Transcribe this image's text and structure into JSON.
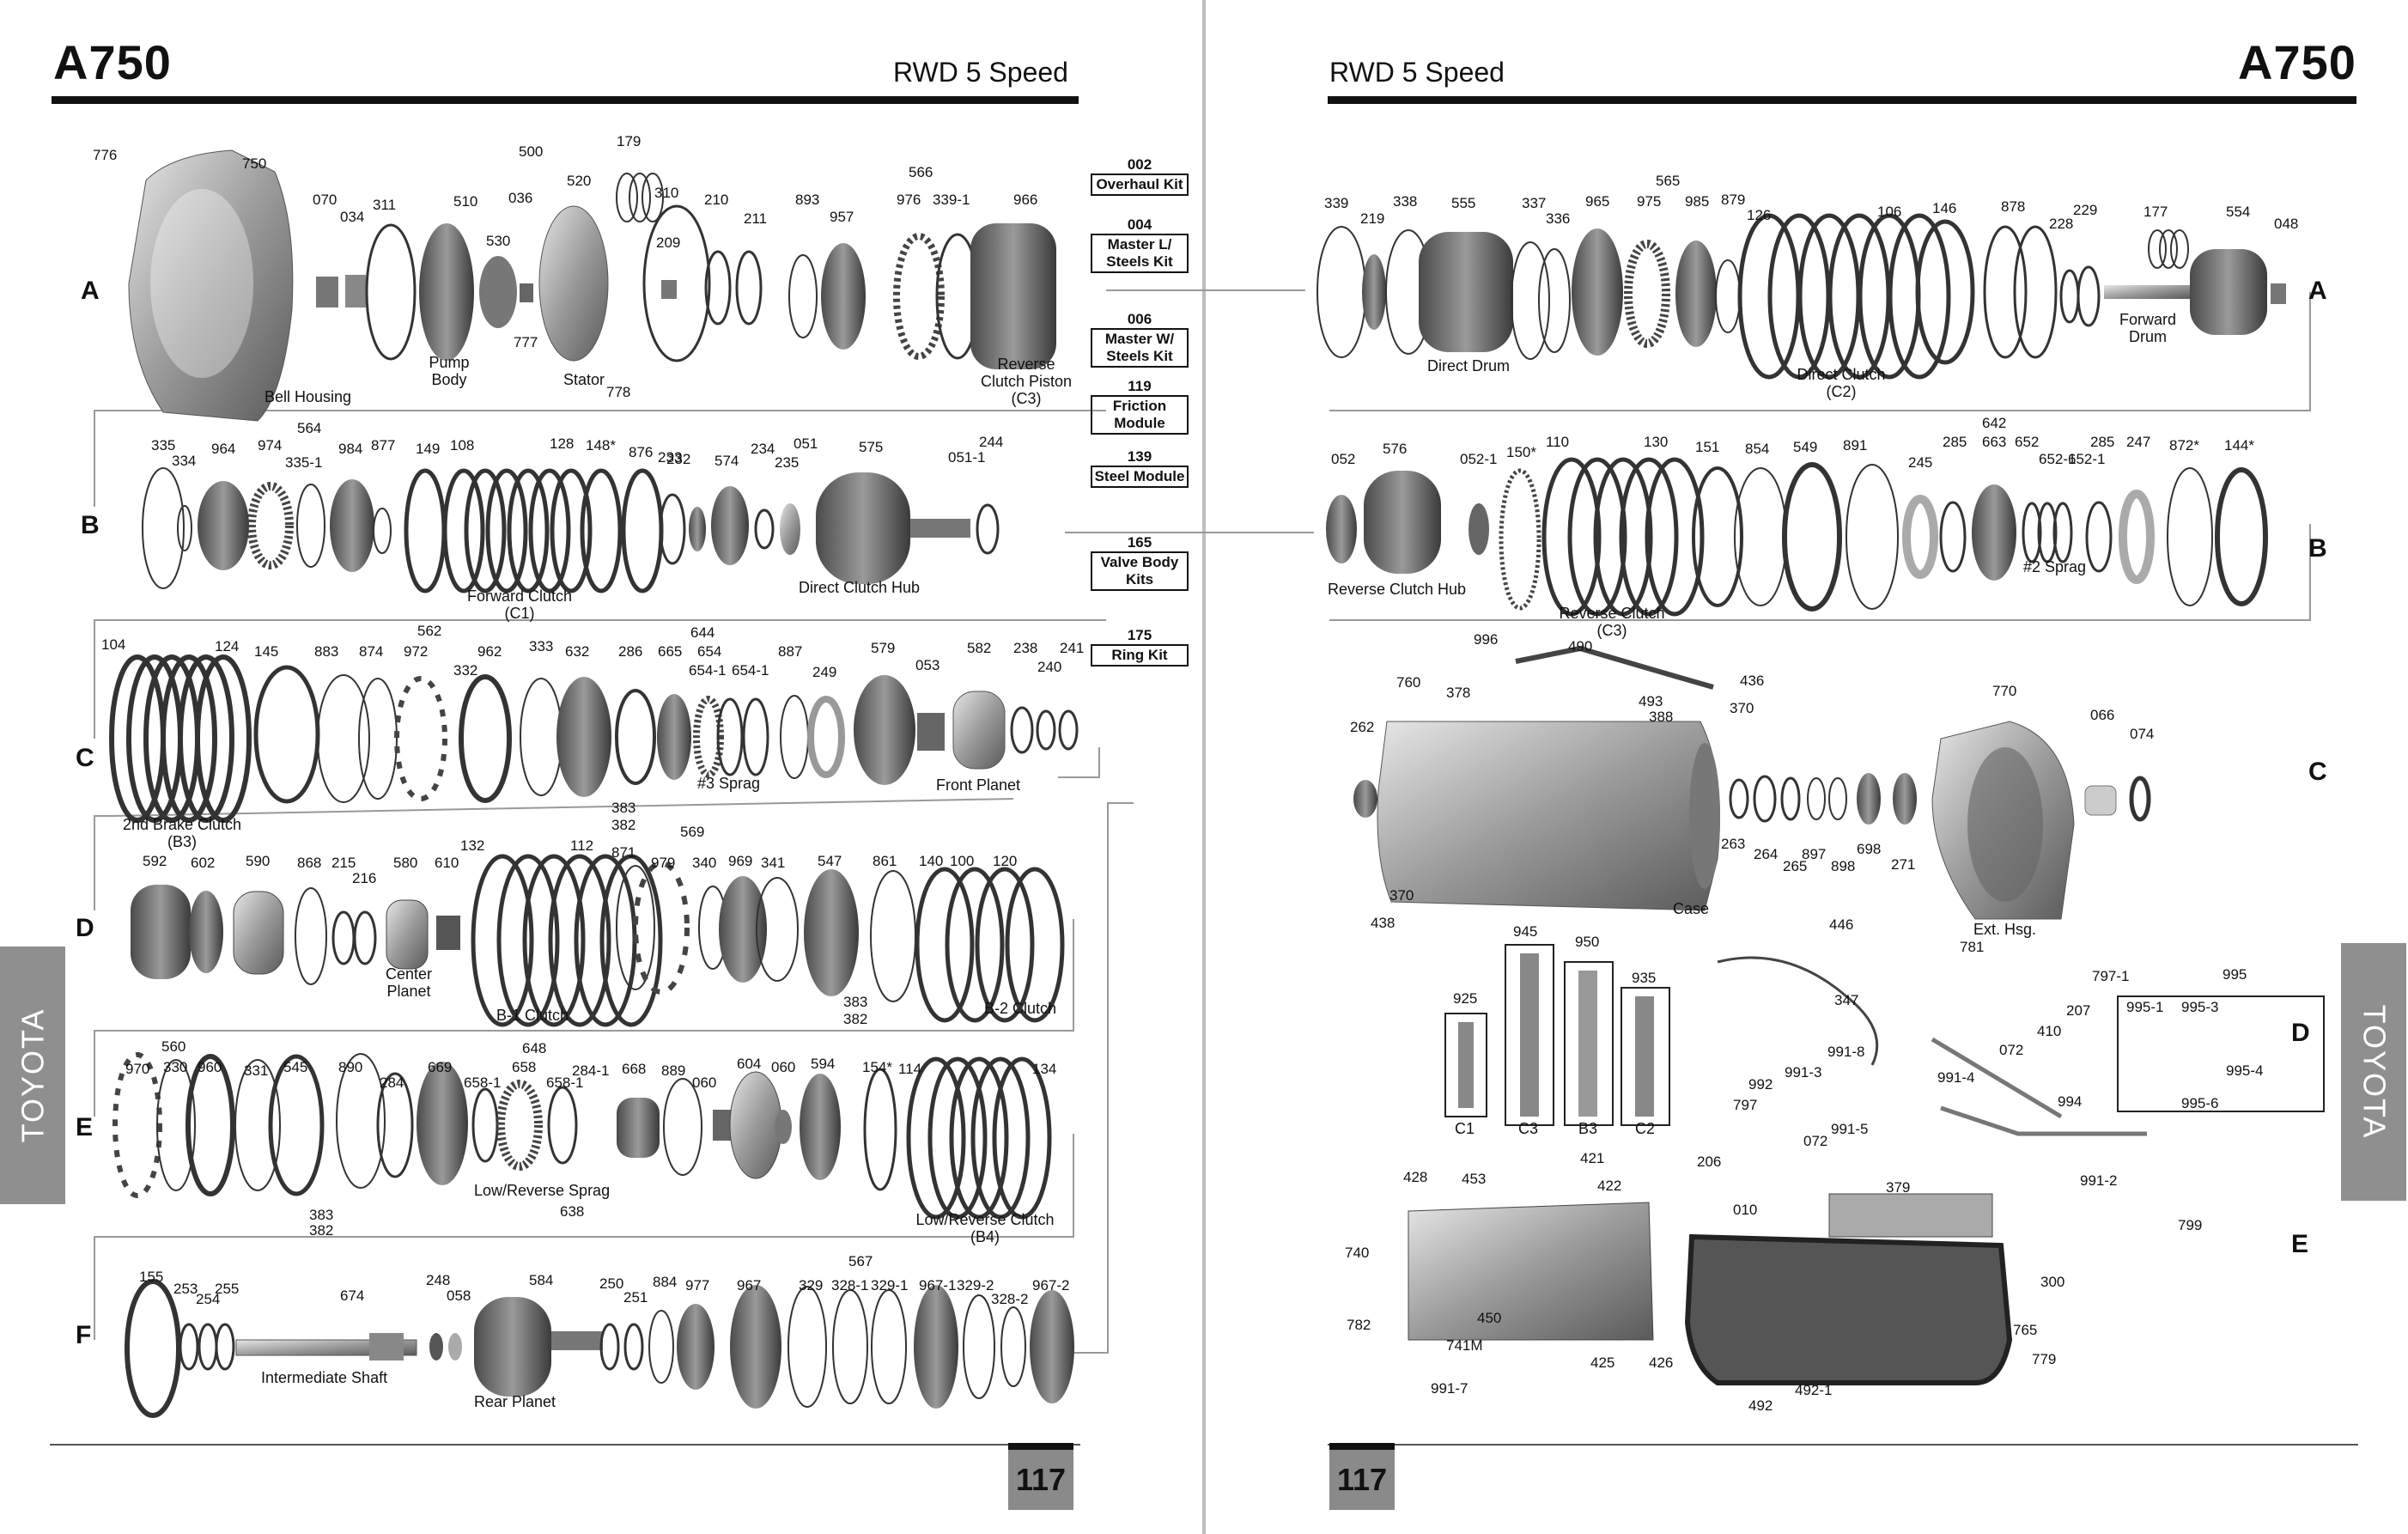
{
  "header": {
    "left_title": "A750",
    "left_subtitle": "RWD 5 Speed",
    "right_subtitle": "RWD 5 Speed",
    "right_title": "A750"
  },
  "side_tabs": {
    "left": "TOYOTA",
    "right": "TOYOTA"
  },
  "pages": {
    "left": "117",
    "right": "117"
  },
  "row_labels": {
    "left": [
      "A",
      "B",
      "C",
      "D",
      "E",
      "F"
    ],
    "right": [
      "A",
      "B",
      "C",
      "D",
      "E"
    ]
  },
  "kits": [
    {
      "num": "002",
      "label": "Overhaul Kit"
    },
    {
      "num": "004",
      "label": "Master L/ Steels Kit"
    },
    {
      "num": "006",
      "label": "Master W/ Steels Kit"
    },
    {
      "num": "119",
      "label": "Friction Module"
    },
    {
      "num": "139",
      "label": "Steel Module"
    },
    {
      "num": "165",
      "label": "Valve Body Kits"
    },
    {
      "num": "175",
      "label": "Ring Kit"
    }
  ],
  "captions": {
    "bell_housing": "Bell Housing",
    "pump_body": "Pump Body",
    "stator": "Stator",
    "reverse_clutch_piston": "Reverse Clutch Piston (C3)",
    "forward_clutch": "Forward Clutch (C1)",
    "direct_clutch_hub": "Direct Clutch Hub",
    "second_brake_clutch": "2nd Brake Clutch (B3)",
    "sprag3": "#3 Sprag",
    "front_planet": "Front Planet",
    "center_planet": "Center Planet",
    "b1_clutch": "B-1 Clutch",
    "b2_clutch": "B-2 Clutch",
    "low_reverse_sprag": "Low/Reverse Sprag",
    "low_reverse_clutch": "Low/Reverse Clutch (B4)",
    "intermediate_shaft": "Intermediate Shaft",
    "rear_planet": "Rear Planet",
    "direct_drum": "Direct Drum",
    "direct_clutch": "Direct Clutch (C2)",
    "forward_drum": "Forward Drum",
    "reverse_clutch_hub": "Reverse Clutch Hub",
    "reverse_clutch": "Reverse Clutch (C3)",
    "sprag2": "#2 Sprag",
    "case": "Case",
    "ext_hsg": "Ext. Hsg.",
    "c1": "C1",
    "c3": "C3",
    "b3": "B3",
    "c2": "C2"
  },
  "part_numbers": {
    "left_A": [
      "776",
      "750",
      "070",
      "034",
      "311",
      "500",
      "510",
      "036",
      "530",
      "520",
      "179",
      "310",
      "209",
      "210",
      "211",
      "777",
      "778",
      "566",
      "893",
      "957",
      "976",
      "339-1",
      "966"
    ],
    "left_B": [
      "564",
      "335",
      "334",
      "964",
      "974",
      "335-1",
      "984",
      "877",
      "149",
      "108",
      "128",
      "148*",
      "876",
      "232",
      "233",
      "574",
      "234",
      "235",
      "051",
      "575",
      "051-1",
      "244"
    ],
    "left_C": [
      "104",
      "124",
      "145",
      "883",
      "562",
      "874",
      "972",
      "332",
      "962",
      "333",
      "632",
      "644",
      "286",
      "665",
      "654",
      "654-1",
      "654-1",
      "887",
      "249",
      "579",
      "053",
      "582",
      "238",
      "240",
      "241",
      "383",
      "382"
    ],
    "left_D": [
      "592",
      "602",
      "590",
      "868",
      "215",
      "216",
      "580",
      "610",
      "132",
      "112",
      "569",
      "871",
      "979",
      "340",
      "969",
      "341",
      "547",
      "861",
      "140",
      "100",
      "120",
      "383",
      "382"
    ],
    "left_E": [
      "560",
      "970",
      "330",
      "960",
      "331",
      "545",
      "890",
      "648",
      "284",
      "669",
      "658-1",
      "658",
      "658-1",
      "284-1",
      "668",
      "889",
      "060",
      "604",
      "060",
      "594",
      "154*",
      "114",
      "134",
      "383",
      "382",
      "638"
    ],
    "left_F": [
      "567",
      "155",
      "253",
      "254",
      "255",
      "674",
      "248",
      "058",
      "584",
      "250",
      "251",
      "884",
      "977",
      "967",
      "329",
      "328-1",
      "329-1",
      "967-1",
      "329-2",
      "328-2",
      "967-2"
    ],
    "right_A": [
      "339",
      "219",
      "338",
      "555",
      "337",
      "336",
      "565",
      "965",
      "975",
      "985",
      "879",
      "126",
      "106",
      "146",
      "878",
      "228",
      "229",
      "177",
      "554",
      "048"
    ],
    "right_B": [
      "642",
      "052",
      "576",
      "052-1",
      "150*",
      "110",
      "130",
      "151",
      "854",
      "549",
      "891",
      "245",
      "285",
      "663",
      "652",
      "652-1",
      "652-1",
      "285",
      "247",
      "872*",
      "144*"
    ],
    "right_C": [
      "996",
      "490",
      "378",
      "436",
      "370",
      "493",
      "388",
      "760",
      "262",
      "770",
      "066",
      "074",
      "263",
      "264",
      "265",
      "897",
      "898",
      "698",
      "271",
      "370",
      "438",
      "781"
    ],
    "right_D": [
      "945",
      "950",
      "935",
      "925",
      "446",
      "347",
      "797-1",
      "995",
      "995-1",
      "995-3",
      "207",
      "410",
      "072",
      "995-4",
      "995-6",
      "991-8",
      "992",
      "991-3",
      "991-4",
      "797",
      "072",
      "991-5",
      "206",
      "994"
    ],
    "right_E": [
      "421",
      "428",
      "453",
      "422",
      "379",
      "010",
      "991-2",
      "799",
      "740",
      "300",
      "765",
      "782",
      "450",
      "425",
      "426",
      "741M",
      "779",
      "991-7",
      "492-1",
      "492"
    ]
  },
  "colors": {
    "ink": "#111111",
    "tab_gray": "#8f8f8f",
    "divider": "#bdbdbd"
  }
}
